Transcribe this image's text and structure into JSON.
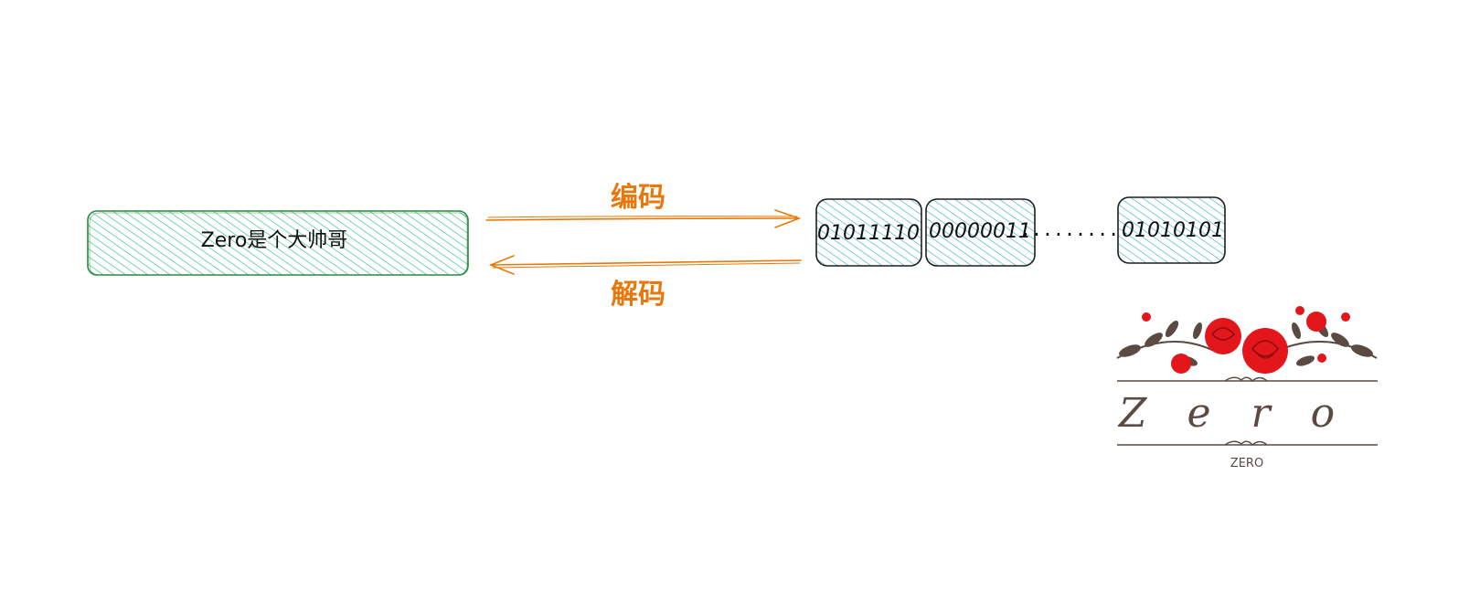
{
  "diagram": {
    "source_text": "Zero是个大帅哥",
    "encode_label": "编码",
    "decode_label": "解码",
    "bytes": [
      "01011110",
      "00000011",
      "01010101"
    ],
    "ellipsis": "..........",
    "colors": {
      "source_fill": "#2fbf8a",
      "source_stroke": "#2b8a3e",
      "byte_fill": "#3bb0c9",
      "byte_stroke": "#1e1e1e",
      "arrow": "#e8780c",
      "label": "#e8780c"
    }
  },
  "logo": {
    "title": "Zero",
    "subtitle": "ZERO",
    "colors": {
      "rose": "#e3161b",
      "leaf": "#5a4a42",
      "text": "#5a4a42"
    }
  }
}
